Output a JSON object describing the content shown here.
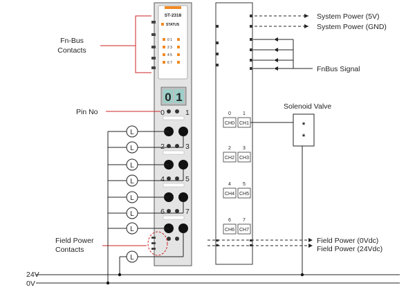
{
  "module": {
    "model": "ST-2318",
    "status_label": "STATUS",
    "led_labels": [
      "0 1",
      "2 3",
      "4 5",
      "6 7"
    ],
    "display": [
      "0",
      "1"
    ],
    "pin_numbers": [
      "0",
      "1",
      "2",
      "3",
      "4",
      "5",
      "6",
      "7"
    ],
    "load_symbol": "L"
  },
  "labels": {
    "fn_bus_contacts": [
      "Fn-Bus",
      "Contacts"
    ],
    "pin_no": "Pin No",
    "field_power_contacts": [
      "Field Power",
      "Contacts"
    ],
    "system_power_5v": "System Power (5V)",
    "system_power_gnd": "System Power (GND)",
    "fnbus_signal": "FnBus Signal",
    "solenoid_valve": "Solenoid Valve",
    "field_power_0v": "Field Power (0Vdc)",
    "field_power_24v": "Field Power (24Vdc)",
    "rail_24v": "24V",
    "rail_0v": "0V"
  },
  "channels": [
    {
      "num": "0",
      "label": "CH0"
    },
    {
      "num": "1",
      "label": "CH1"
    },
    {
      "num": "2",
      "label": "CH2"
    },
    {
      "num": "3",
      "label": "CH3"
    },
    {
      "num": "4",
      "label": "CH4"
    },
    {
      "num": "5",
      "label": "CH5"
    },
    {
      "num": "6",
      "label": "CH6"
    },
    {
      "num": "7",
      "label": "CH7"
    }
  ],
  "solenoid_marks": [
    "*",
    "*"
  ],
  "colors": {
    "accent_orange": "#f08a24",
    "callout_red": "#cc2222",
    "module_gray": "#d4d4d4",
    "display_teal": "#9ecfc9"
  }
}
